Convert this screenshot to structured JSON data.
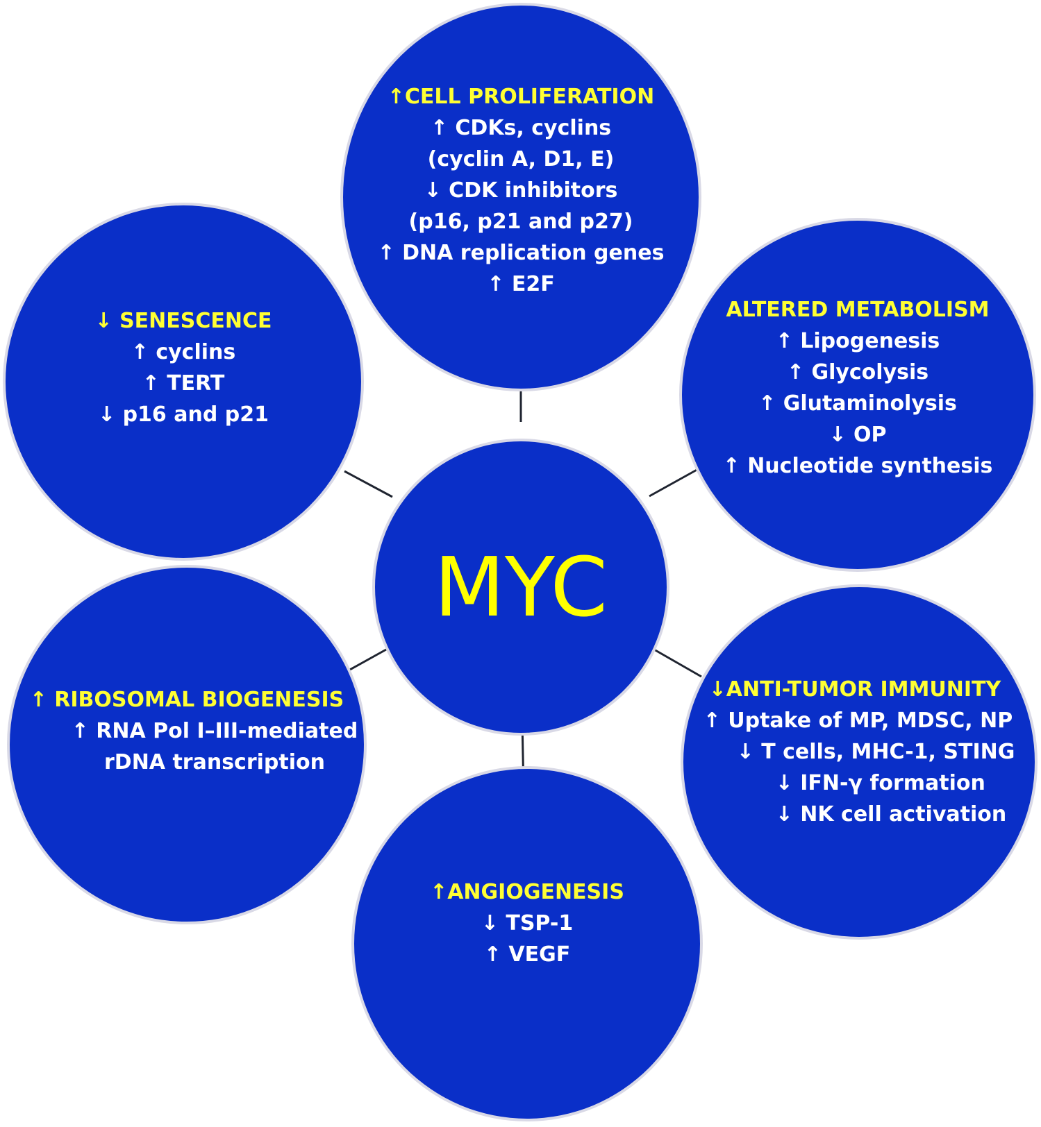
{
  "center": {
    "label": "MYC"
  },
  "cell_proliferation": {
    "title": "↑CELL PROLIFERATION",
    "lines": [
      "↑ CDKs, cyclins",
      "(cyclin A, D1, E)",
      "↓ CDK inhibitors",
      "(p16, p21 and p27)",
      "↑ DNA replication genes",
      "↑ E2F"
    ]
  },
  "senescence": {
    "title": "↓ SENESCENCE",
    "lines": [
      "↑ cyclins",
      "↑ TERT",
      "↓ p16 and p21"
    ]
  },
  "altered_metabolism": {
    "title": "ALTERED METABOLISM",
    "lines": [
      "↑ Lipogenesis",
      "↑ Glycolysis",
      "↑ Glutaminolysis",
      "↓ OP",
      "↑ Nucleotide synthesis"
    ]
  },
  "ribosomal_biogenesis": {
    "title": "↑ RIBOSOMAL BIOGENESIS",
    "lines": [
      "↑ RNA Pol I–III-mediated",
      "rDNA transcription"
    ]
  },
  "anti_tumor_immunity": {
    "title": "↓ANTI-TUMOR IMMUNITY",
    "lines": [
      "↑ Uptake of MP, MDSC, NP",
      "↓ T cells, MHC-1, STING",
      "↓ IFN-γ formation",
      "↓ NK cell activation"
    ]
  },
  "angiogenesis": {
    "title": "↑ANGIOGENESIS",
    "lines": [
      "↓ TSP-1",
      "↑ VEGF"
    ]
  },
  "colors": {
    "circle_fill": "#0a2fc8",
    "title_text": "#ffff33",
    "body_text": "#ffffff",
    "center_text": "#ffff00",
    "connector": "#1f2430"
  }
}
